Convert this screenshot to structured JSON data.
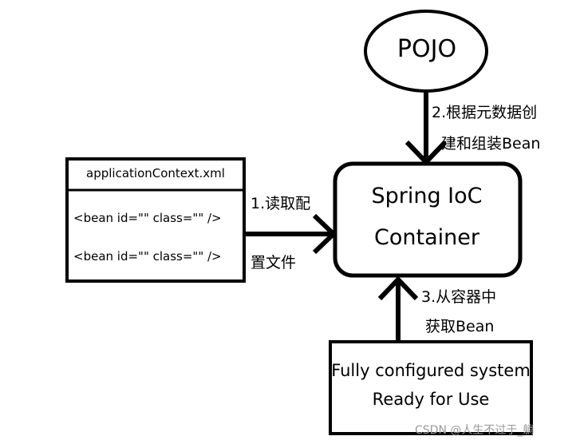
{
  "pojo": {
    "label": "POJO"
  },
  "container": {
    "line1": "Spring IoC",
    "line2": "Container"
  },
  "xml_file": {
    "title": "applicationContext.xml",
    "beans": [
      "<bean id=\"\" class=\"\" />",
      "<bean id=\"\" class=\"\" />"
    ]
  },
  "steps": {
    "read_config": {
      "line1": "1.读取配",
      "line2": "置文件"
    },
    "create_assemble": {
      "line1": "2.根据元数据创",
      "line2": "建和组装Bean"
    },
    "get_bean": {
      "line1": "3.从容器中",
      "line2": "获取Bean"
    }
  },
  "system": {
    "line1": "Fully configured system",
    "line2": "Ready for Use"
  },
  "watermark": "CSDN @人生不过于_躺"
}
